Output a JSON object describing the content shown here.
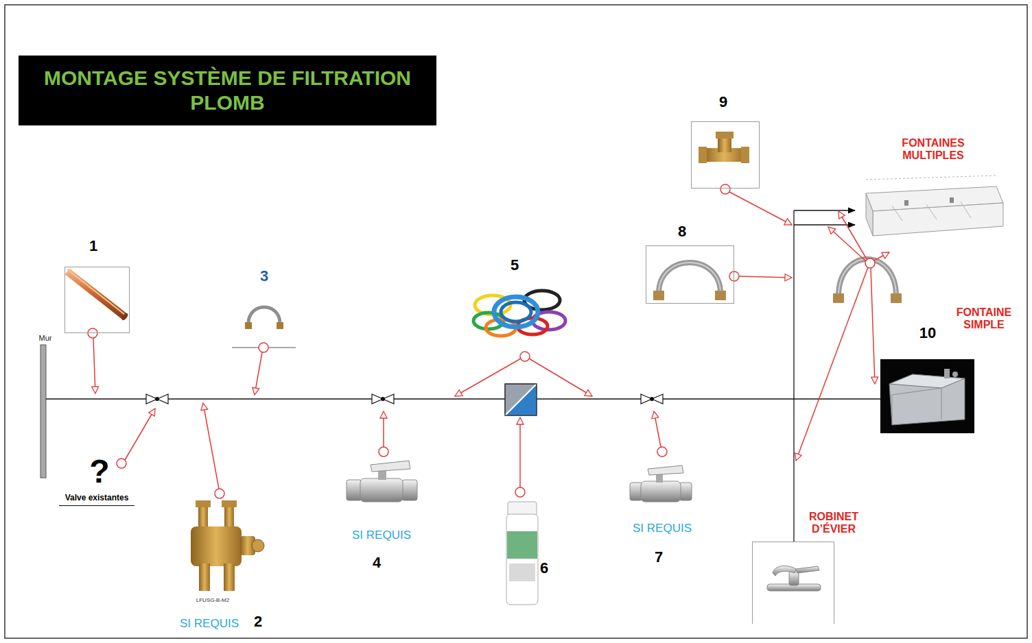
{
  "diagram": {
    "title": "MONTAGE SYSTÈME DE FILTRATION PLOMB",
    "nodes": [
      {
        "text": [
          "1"
        ]
      },
      {
        "text": [
          "8"
        ]
      },
      {
        "text": [
          "9"
        ]
      },
      {
        "text": [
          "ROBINET D’ÉVIER"
        ]
      }
    ],
    "labels": [
      "Mur",
      "?",
      "Valve existantes",
      "3",
      "LFUSG-B-M2",
      "SI REQUIS",
      "2",
      "5",
      "SI REQUIS",
      "4",
      "6",
      "SI REQUIS",
      "7",
      "FONTAINES MULTIPLES",
      "FONTAINE SIMPLE",
      "10"
    ]
  }
}
